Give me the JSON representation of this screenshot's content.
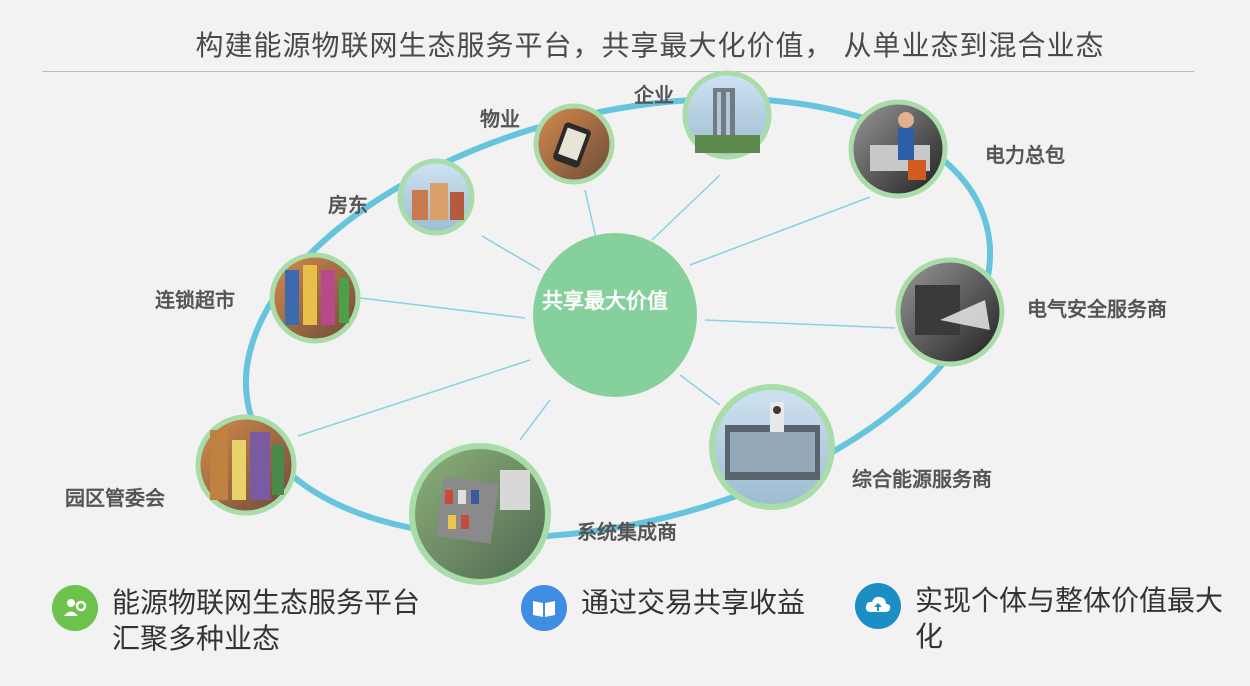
{
  "title": "构建能源物联网生态服务平台，共享最大化价值， 从单业态到混合业态",
  "center": {
    "label": "共享最大价值",
    "color": "#86d09b"
  },
  "colors": {
    "ring": "#66c5dd",
    "spoke": "#8ad0e2",
    "node_border": "#a8dca8"
  },
  "nodes": [
    {
      "id": "building",
      "label": "企业",
      "icon": "office-building-photo-icon"
    },
    {
      "id": "property",
      "label": "物业",
      "icon": "smartphone-photo-icon"
    },
    {
      "id": "landlord",
      "label": "房东",
      "icon": "apartment-photo-icon"
    },
    {
      "id": "retail",
      "label": "连锁超市",
      "icon": "supermarket-photo-icon"
    },
    {
      "id": "park",
      "label": "园区管委会",
      "icon": "market-street-photo-icon"
    },
    {
      "id": "integrator",
      "label": "系统集成商",
      "icon": "parking-lot-photo-icon"
    },
    {
      "id": "energy",
      "label": "综合能源服务商",
      "icon": "glass-building-photo-icon"
    },
    {
      "id": "safety",
      "label": "电气安全服务商",
      "icon": "industrial-machine-photo-icon"
    },
    {
      "id": "epc",
      "label": "电力总包",
      "icon": "worker-photo-icon"
    }
  ],
  "bullets": [
    {
      "text": "能源物联网生态服务平台汇聚多种业态",
      "icon": "people-gear-icon",
      "color": "#6cc24a"
    },
    {
      "text": "通过交易共享收益",
      "icon": "open-book-icon",
      "color": "#3d8de0"
    },
    {
      "text": "实现个体与整体价值最大化",
      "icon": "cloud-upload-icon",
      "color": "#1b8fc4"
    }
  ]
}
